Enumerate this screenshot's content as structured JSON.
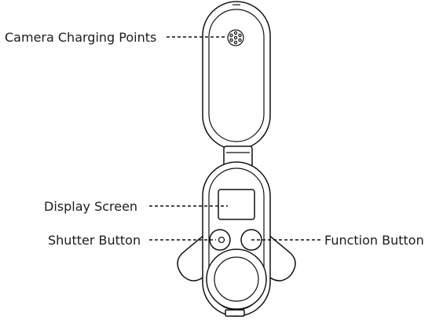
{
  "labels": {
    "camera_charging_points": "Camera Charging Points",
    "display_screen": "Display Screen",
    "shutter_button": "Shutter Button",
    "function_button": "Function Button"
  }
}
